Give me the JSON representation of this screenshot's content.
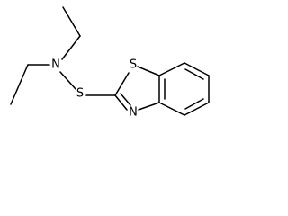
{
  "molecule": {
    "atoms": {
      "N_amine": "N",
      "S_sulfenamide": "S",
      "S_thiazole": "S",
      "N_thiazole": "N"
    }
  },
  "colors": {
    "bond": "#000000",
    "background": "#ffffff"
  }
}
